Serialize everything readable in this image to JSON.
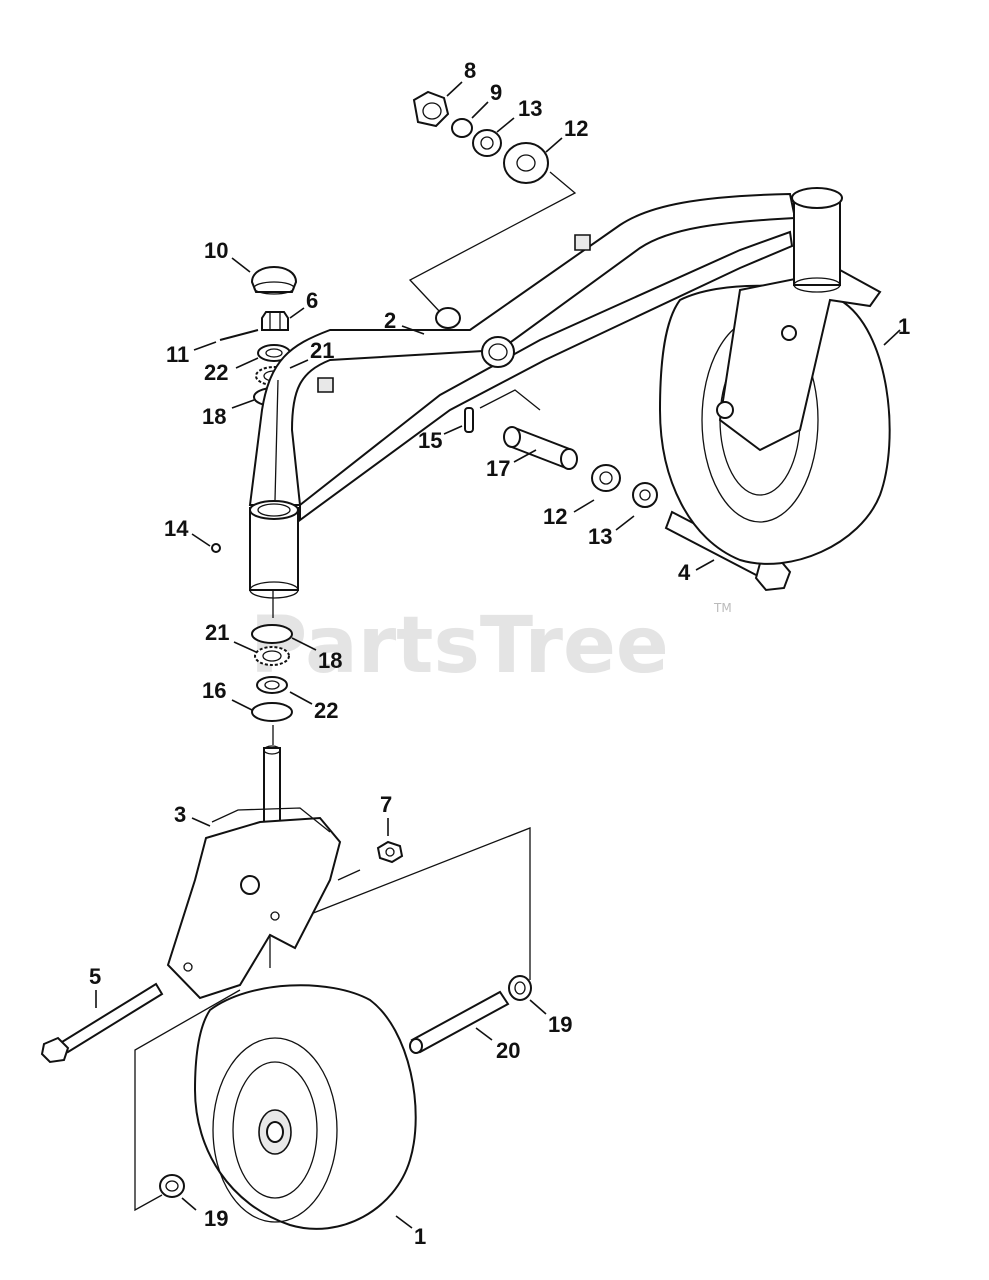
{
  "watermark": {
    "brand": "PartsTree",
    "trademark": "TM"
  },
  "callouts": [
    "8",
    "9",
    "13",
    "12",
    "10",
    "6",
    "2",
    "11",
    "21",
    "22",
    "18",
    "1",
    "15",
    "17",
    "14",
    "12",
    "13",
    "4",
    "21",
    "18",
    "16",
    "22",
    "7",
    "3",
    "5",
    "19",
    "20",
    "19",
    "1"
  ]
}
